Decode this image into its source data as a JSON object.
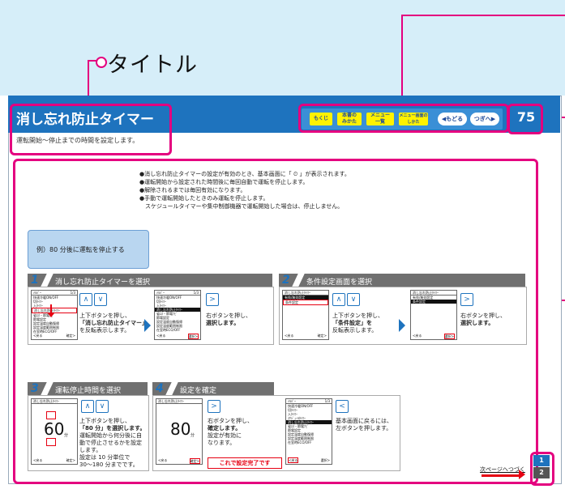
{
  "callout": {
    "title": "タイトル"
  },
  "header": {
    "title": "消し忘れ防止タイマー",
    "page_number": "75"
  },
  "subtitle": "運転開始〜停止までの時間を設定します。",
  "nav": [
    {
      "label": "もくじ"
    },
    {
      "label": "本書の\nみかた"
    },
    {
      "label": "メニュー\n一覧"
    },
    {
      "label": "メニュー画面の\nしかた"
    },
    {
      "label": "もどる"
    },
    {
      "label": "つぎへ"
    }
  ],
  "intro_lines": [
    "●消し忘れ防止タイマーの設定が有効のとき、基本画面に「 ⏲ 」が表示されます。",
    "●運転開始から設定された時間後に毎回自動で運転を停止します。",
    "●解除されるまでは毎回有効になります。",
    "●手動で運転開始したときのみ運転を停止します。",
    "　スケジュールタイマーや集中制御機器で運転開始した場合は、停止しません。"
  ],
  "example": "例）80 分後に運転を停止する",
  "steps": [
    {
      "num": "1",
      "label": "消し忘れ防止タイマーを選択"
    },
    {
      "num": "2",
      "label": "条件設定画面を選択"
    },
    {
      "num": "3",
      "label": "運転停止時間を選択"
    },
    {
      "num": "4",
      "label": "設定を確定"
    }
  ],
  "lcd": {
    "menu_title": "ﾒﾙﾊﾞｰ",
    "menu_page": "1/3",
    "menu_items": [
      "快速冷暖ON/OFF",
      "切ﾀｲﾏｰ",
      "入ﾀｲﾏｰ",
      "ｽｹｼﾞｭｰﾙﾀｲﾏｰ",
      "消し忘れ防止ﾀｲﾏｰ",
      "省ｴﾈ・節電ﾅﾋﾞ",
      "節電設定",
      "設定温度自動復帰",
      "設定温度範囲制限",
      "在室時ECO/OFF"
    ],
    "back": "<戻る",
    "confirm": "確定>",
    "select": "選択>",
    "timer_title": "消し忘れ防止ﾀｲﾏｰ",
    "timer_items": [
      "有効/無効設定",
      "条件設定"
    ]
  },
  "desc": {
    "s1a": [
      "上下ボタンを押し、",
      "「消し忘れ防止タイマー」",
      "を反転表示します。"
    ],
    "s1b": [
      "右ボタンを押し、",
      "選択します。"
    ],
    "s2a": [
      "上下ボタンを押し、",
      "「条件設定」を",
      "反転表示します。"
    ],
    "s2b": [
      "右ボタンを押し、",
      "選択します。"
    ],
    "s3a": [
      "上下ボタンを押し、",
      "「80 分」を選択します。",
      "運転開始から何分後に自",
      "動で停止させるかを設定",
      "します。",
      "設定は 10 分単位で",
      "30〜180 分までです。"
    ],
    "s4a": [
      "右ボタンを押し、",
      "確定します。",
      "設定が有効に",
      "なります。"
    ],
    "s4b": [
      "基本画面に戻るには、",
      "左ボタンを押します。"
    ]
  },
  "values": {
    "minutes": "60",
    "minutes_final": "80",
    "unit": "分"
  },
  "done_label": "これで設定完了です",
  "next_page": "次ページへつづく",
  "side_tabs": [
    "1",
    "2"
  ]
}
